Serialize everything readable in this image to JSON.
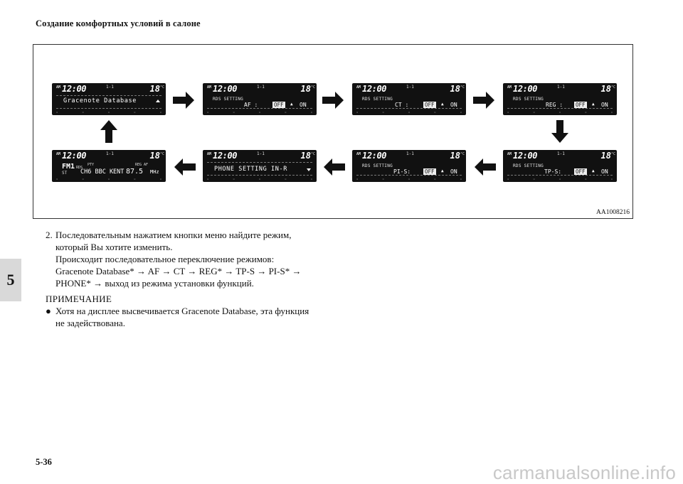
{
  "header": {
    "title": "Создание комфортных условий в салоне"
  },
  "chapter_tab": "5",
  "footer": {
    "page_number": "5-36",
    "watermark": "carmanualsonline.info"
  },
  "figure": {
    "code": "AA1008216",
    "displays": [
      {
        "id": "d1",
        "am": "AM",
        "clock": "12:00",
        "disc": "1-1",
        "temp": "18",
        "deg": "°C",
        "text": "Gracenote Database"
      },
      {
        "id": "d2",
        "am": "AM",
        "clock": "12:00",
        "disc": "1-1",
        "temp": "18",
        "deg": "°C",
        "label": "RDS SETTING",
        "param": "AF :",
        "off": "OFF",
        "on": "ON"
      },
      {
        "id": "d3",
        "am": "AM",
        "clock": "12:00",
        "disc": "1-1",
        "temp": "18",
        "deg": "°C",
        "label": "RDS SETTING",
        "param": "CT :",
        "off": "OFF",
        "on": "ON"
      },
      {
        "id": "d4",
        "am": "AM",
        "clock": "12:00",
        "disc": "1-1",
        "temp": "18",
        "deg": "°C",
        "label": "RDS SETTING",
        "param": "REG :",
        "off": "OFF",
        "on": "ON"
      },
      {
        "id": "d5",
        "am": "AM",
        "clock": "12:00",
        "disc": "1-1",
        "temp": "18",
        "deg": "°C",
        "label": "RDS SETTING",
        "param": "TP-S:",
        "off": "OFF",
        "on": "ON"
      },
      {
        "id": "d6",
        "am": "AM",
        "clock": "12:00",
        "disc": "1-1",
        "temp": "18",
        "deg": "°C",
        "label": "RDS SETTING",
        "param": "PI-S:",
        "off": "OFF",
        "on": "ON"
      },
      {
        "id": "d7",
        "am": "AM",
        "clock": "12:00",
        "disc": "1-1",
        "temp": "18",
        "deg": "°C",
        "text": "PHONE SETTING IN-R"
      },
      {
        "id": "d8",
        "am": "AM",
        "clock": "12:00",
        "disc": "1-1",
        "temp": "18",
        "deg": "°C",
        "fm": "FM1",
        "rds": "RDS",
        "pty": "PTY",
        "regaf": "REG AF",
        "st": "ST",
        "station": "CH6 BBC KENT",
        "freq": "87.5",
        "mhz": "MHz"
      }
    ]
  },
  "instructions": {
    "number": "2.",
    "lines": [
      "Последовательным нажатием кнопки меню найдите режим,",
      "который Вы хотите изменить.",
      "Происходит последовательное переключение режимов:",
      "Gracenote Database* → AF → CT → REG* → TP-S → PI-S* →",
      "PHONE* → выход из режима установки функций."
    ]
  },
  "note": {
    "title": "ПРИМЕЧАНИЕ",
    "bullet": "●",
    "lines": [
      "Хотя на дисплее высвечивается Gracenote Database, эта функция",
      "не задействована."
    ]
  }
}
